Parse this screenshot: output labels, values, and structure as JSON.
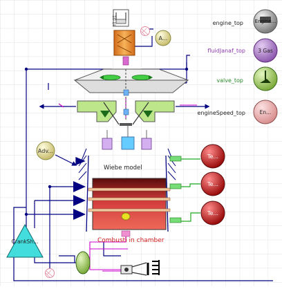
{
  "components": {
    "engine_top_label": "engine_top",
    "engine_top_icon_text": "Engine...",
    "fluid_label": "fluidJanaf_top",
    "gas_icon_text": "3 Gas",
    "valve_label": "valve_top",
    "speed_label": "engineSpeed_top",
    "speed_icon_text": "En...",
    "actuator_text": "A...",
    "advance_text": "Adv...",
    "wiebe_text": "Wiebe  model",
    "combustion_text": "Combusti in chamber",
    "crankshaft_text": "CrankSh...",
    "thermal_1": "Te...",
    "thermal_2": "Te...",
    "thermal_3": "Te...",
    "tube_text": "10 I/II"
  },
  "colors": {
    "main_line": "#000080",
    "signal_line": "#cc00cc",
    "thermal_line": "#00aa00",
    "valve_body": "#bde68a",
    "chamber": "#c83232",
    "thermal_sphere": "#d42a2a"
  }
}
